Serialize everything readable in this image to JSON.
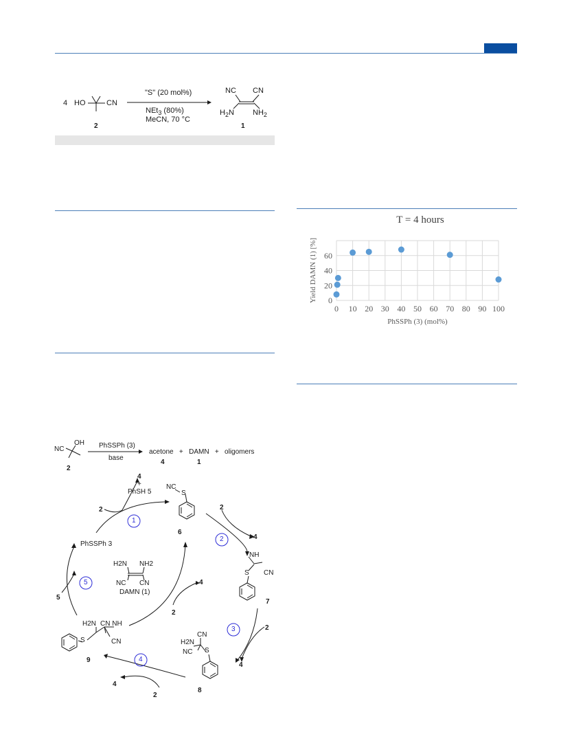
{
  "page": {
    "accent_color": "#0a4ea0",
    "band_color": "#e6e6e6",
    "rule_color": "#4b7eb8"
  },
  "scheme_top": {
    "reagent_label": "\"S\" (20 mol%)",
    "condition_base": "NEt",
    "condition_base_sub": "3",
    "condition_base_rest": " (80%)",
    "condition_solvent": "MeCN, 70 °C",
    "coefficient": "4",
    "reactant_ho": "HO",
    "reactant_cn": "CN",
    "reactant_number": "2",
    "product_number": "1",
    "product_nc": "NC",
    "product_cn": "CN",
    "product_h2n": "H",
    "product_h2n_sub": "2",
    "product_h2n_n": "N",
    "product_nh2": "NH",
    "product_nh2_sub": "2"
  },
  "scheme_bottom": {
    "reactant_nc": "NC",
    "reactant_oh": "OH",
    "reactant_number": "2",
    "reagent_label": "PhSSPh (3)",
    "base_label": "base",
    "products": "acetone   +   DAMN   +   oligomers",
    "acetone_number": "4",
    "damn_number": "1"
  },
  "cycle": {
    "step_labels": [
      "1",
      "2",
      "3",
      "4",
      "5"
    ],
    "phsh_top": "4",
    "phsh_plus": "+",
    "phsh_label": "PhSH 5",
    "phsph_label": "PhSSPh 3",
    "compound_6": "6",
    "compound_7": "7",
    "compound_8": "8",
    "compound_9": "9",
    "damn_label": "DAMN (1)",
    "reagent_2": "2",
    "released_4": "4",
    "reagent_5": "5",
    "nc_label": "NC",
    "s_label": "S",
    "nh_label": "NH",
    "cn_label": "CN",
    "h2n_label": "H2N",
    "nh2_label": "NH2",
    "cnnh_label": "CN NH"
  },
  "chart_data": {
    "type": "scatter",
    "title": "T = 4 hours",
    "xlabel": "PhSSPh (3) (mol%)",
    "ylabel": "Yield DAMN (1) [%]",
    "xlim": [
      0,
      100
    ],
    "ylim": [
      0,
      80
    ],
    "xticks": [
      0,
      10,
      20,
      30,
      40,
      50,
      60,
      70,
      80,
      90,
      100
    ],
    "yticks": [
      0,
      20,
      40,
      60
    ],
    "grid": true,
    "color": "#5b9bd5",
    "points": [
      {
        "x": 0,
        "y": 8
      },
      {
        "x": 0.5,
        "y": 21
      },
      {
        "x": 1,
        "y": 30
      },
      {
        "x": 10,
        "y": 64
      },
      {
        "x": 20,
        "y": 65
      },
      {
        "x": 40,
        "y": 68
      },
      {
        "x": 70,
        "y": 61
      },
      {
        "x": 100,
        "y": 28
      }
    ]
  }
}
